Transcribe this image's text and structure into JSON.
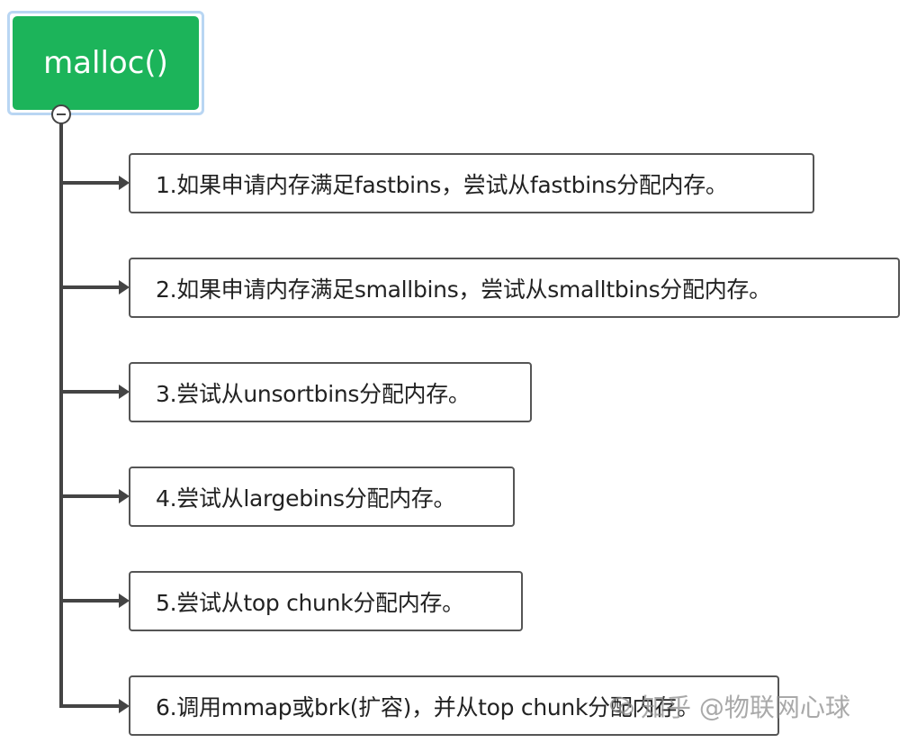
{
  "root": {
    "label": "malloc()"
  },
  "steps": [
    {
      "label": "1.如果申请内存满足fastbins，尝试从fastbins分配内存。"
    },
    {
      "label": "2.如果申请内存满足smallbins，尝试从smalltbins分配内存。"
    },
    {
      "label": "3.尝试从unsortbins分配内存。"
    },
    {
      "label": "4.尝试从largebins分配内存。"
    },
    {
      "label": "5.尝试从top chunk分配内存。"
    },
    {
      "label": "6.调用mmap或brk(扩容)，并从top chunk分配内存。"
    }
  ],
  "watermark": {
    "text": "知乎 @物联网心球"
  },
  "colors": {
    "root_fill": "#1cb45a",
    "root_outline": "#b9d6f3",
    "line": "#444444",
    "node_border": "#555555"
  }
}
